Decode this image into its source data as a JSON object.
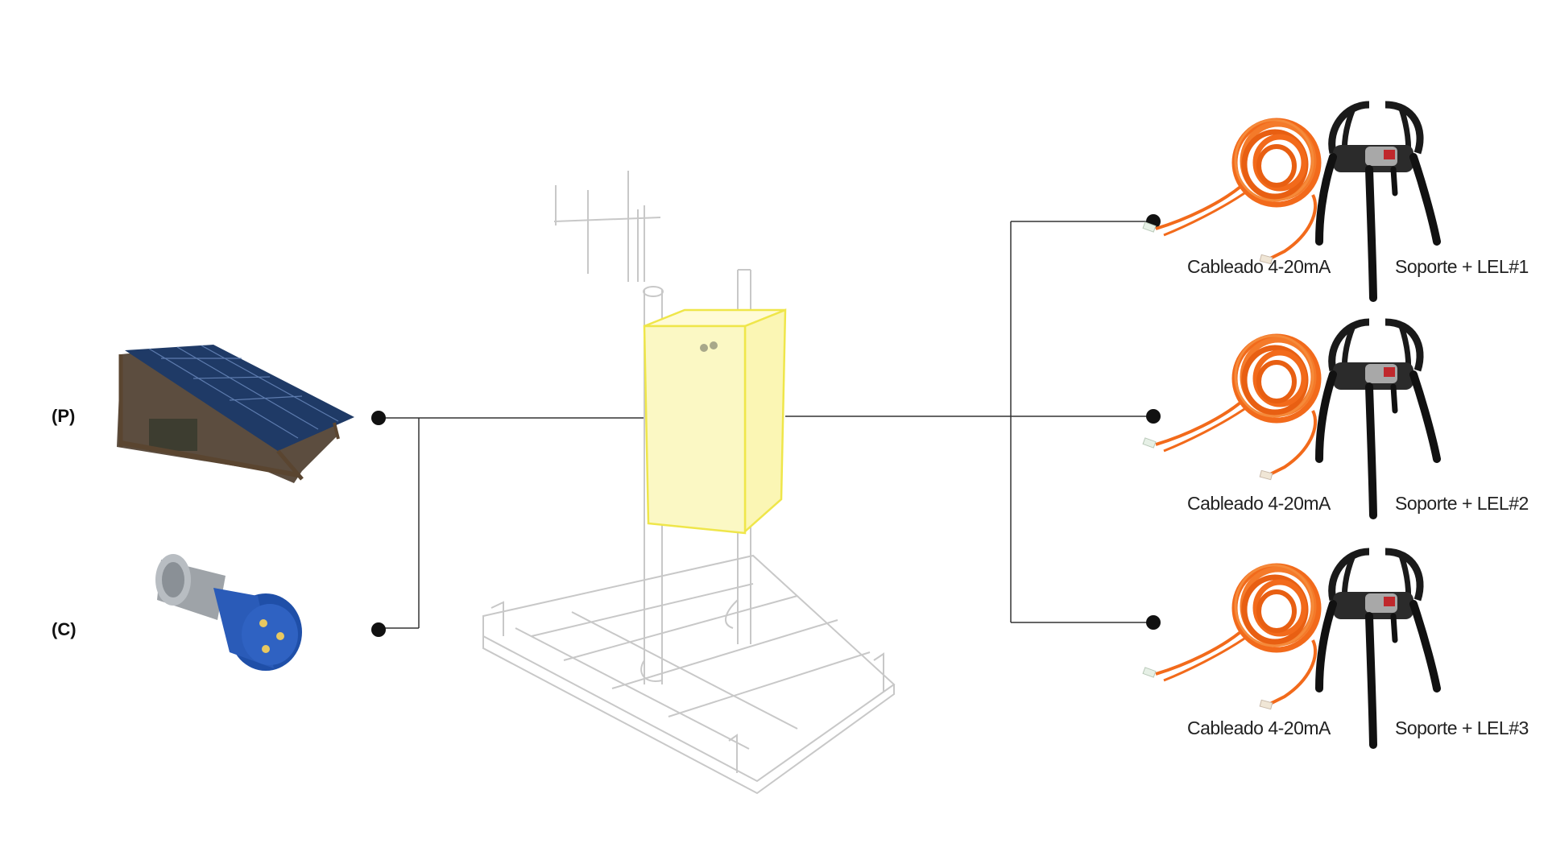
{
  "sources": [
    {
      "label": "(P)",
      "icon": "solar-panel-icon"
    },
    {
      "label": "(C)",
      "icon": "power-plug-icon"
    }
  ],
  "center": {
    "icon": "mast-and-enclosure-icon",
    "enclosure_color": "#fbf8c4",
    "enclosure_stroke": "#efe64a"
  },
  "detectors": [
    {
      "cable_label": "Cableado 4-20mA",
      "support_label": "Soporte + LEL#1"
    },
    {
      "cable_label": "Cableado 4-20mA",
      "support_label": "Soporte + LEL#2"
    },
    {
      "cable_label": "Cableado 4-20mA",
      "support_label": "Soporte + LEL#3"
    }
  ],
  "colors": {
    "cable": "#f26a1b",
    "plug": "#2a5bb8",
    "line": "#333333",
    "sketch": "#c8c8c8"
  }
}
